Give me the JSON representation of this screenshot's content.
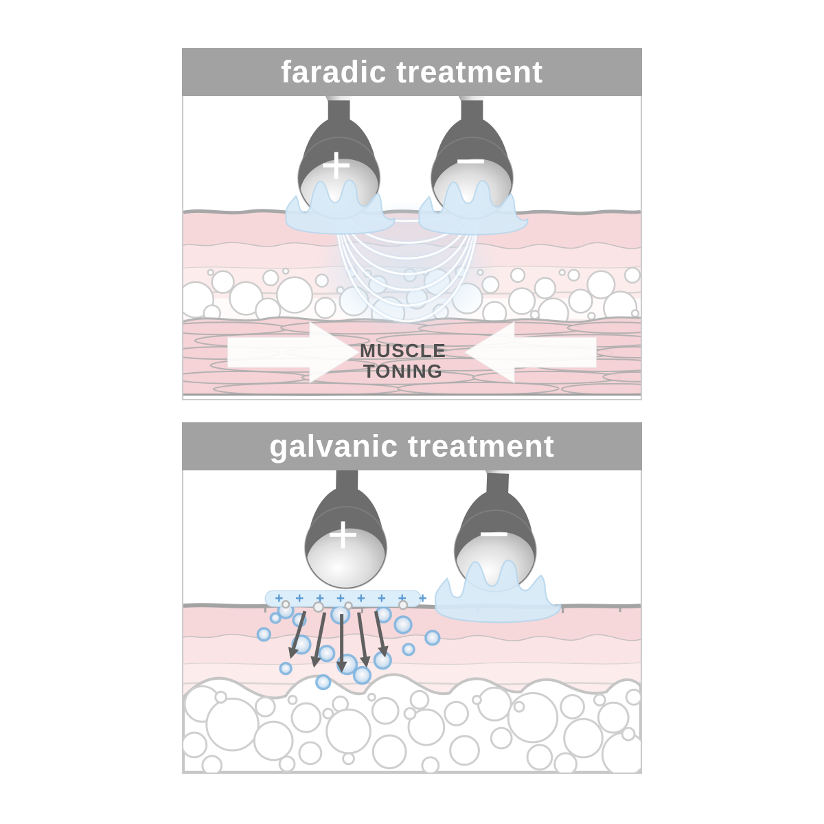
{
  "faradic": {
    "title": "faradic treatment",
    "positive_label": "+",
    "negative_label": "−",
    "muscle_word1": "MUSCLE",
    "muscle_word2": "TONING"
  },
  "galvanic": {
    "title": "galvanic treatment",
    "positive_label": "+",
    "negative_label": "−",
    "gel_plus_row": "+ + + + + + + +"
  },
  "colors": {
    "header_bg": "#a2a2a2",
    "header_text": "#ffffff",
    "panel_border": "#cbcbcb",
    "electrode_body": "#6d6d6d",
    "gel_blue": "#d7eaf8",
    "gel_pad_blue": "#ddeefb",
    "gel_plus_blue": "#5b9ad2",
    "epidermis_pink": "#f7d8da",
    "dermis_pink": "#fcecec",
    "muscle_pink": "#f5d3d6",
    "ion_ring_blue": "#7fb5e0",
    "dark_arrow": "#606060",
    "muscle_text": "#4f4f4f"
  }
}
